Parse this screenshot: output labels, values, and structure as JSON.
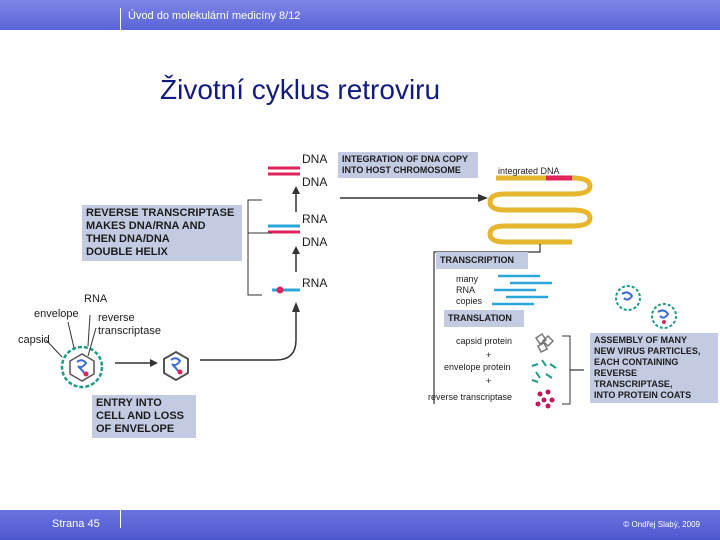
{
  "header": {
    "course": "Úvod do molekulární medicíny 8/12"
  },
  "title": "Životní cyklus retroviru",
  "footer": {
    "page": "Strana 45",
    "copyright": "© Ondřej Slabý, 2009"
  },
  "diagram": {
    "dna_top": "DNA",
    "dna_top2": "DNA",
    "integration_box": "INTEGRATION OF DNA COPY\nINTO HOST CHROMOSOME",
    "integrated_dna": "integrated DNA",
    "rna_mid": "RNA",
    "dna_mid": "DNA",
    "reverse_box": "REVERSE TRANSCRIPTASE\nMAKES DNA/RNA AND\nTHEN DNA/DNA\nDOUBLE HELIX",
    "rna_low": "RNA",
    "virus_rna": "RNA",
    "envelope": "envelope",
    "reverse_transcriptase": "reverse\ntranscriptase",
    "capsid": "capsid",
    "entry_box": "ENTRY INTO\nCELL AND LOSS\nOF ENVELOPE",
    "transcription_box": "TRANSCRIPTION",
    "many_rna": "many\nRNA\ncopies",
    "translation_box": "TRANSLATION",
    "capsid_protein": "capsid protein",
    "plus1": "+",
    "envelope_protein": "envelope protein",
    "plus2": "+",
    "reverse_transcriptase2": "reverse transcriptase",
    "assembly_box": "ASSEMBLY OF MANY\nNEW VIRUS PARTICLES,\nEACH CONTAINING\nREVERSE TRANSCRIPTASE,\nINTO PROTEIN COATS"
  },
  "colors": {
    "dna": "#e0235a",
    "rna": "#2aa6d8",
    "virus_teal": "#1f9a8a",
    "box_bg": "#c3cbe2",
    "title": "#111a80"
  }
}
